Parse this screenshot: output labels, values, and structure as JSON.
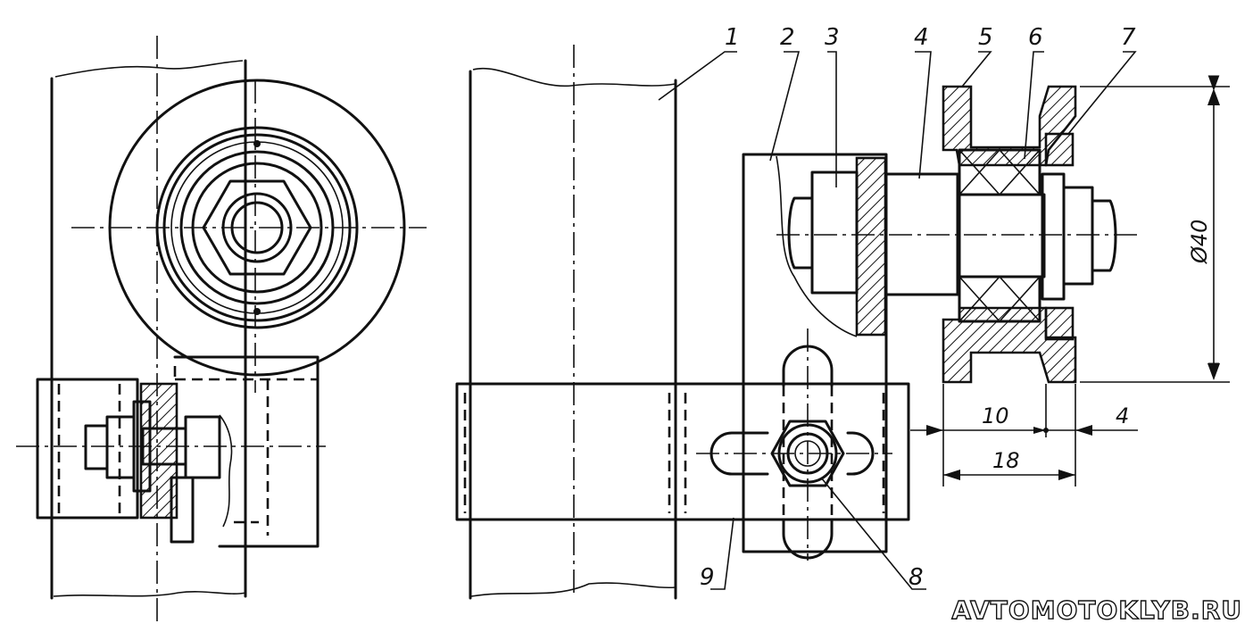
{
  "callouts": [
    "1",
    "2",
    "3",
    "4",
    "5",
    "6",
    "7",
    "8",
    "9"
  ],
  "dimensions": {
    "diameter": "Ø40",
    "width_inner": "10",
    "gap": "4",
    "width_total": "18"
  },
  "watermark": "AVTOMOTOKLYB.RU",
  "colors": {
    "ink": "#111111",
    "paper": "#ffffff"
  }
}
